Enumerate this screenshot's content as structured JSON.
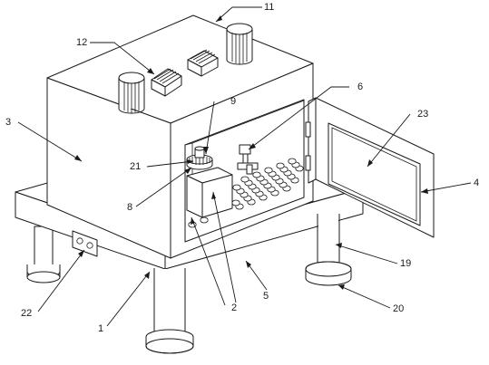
{
  "labels": {
    "l1": "1",
    "l2": "2",
    "l3": "3",
    "l4": "4",
    "l5": "5",
    "l6": "6",
    "l8": "8",
    "l9": "9",
    "l11": "11",
    "l12": "12",
    "l19": "19",
    "l20": "20",
    "l21": "21",
    "l22": "22",
    "l23": "23"
  }
}
